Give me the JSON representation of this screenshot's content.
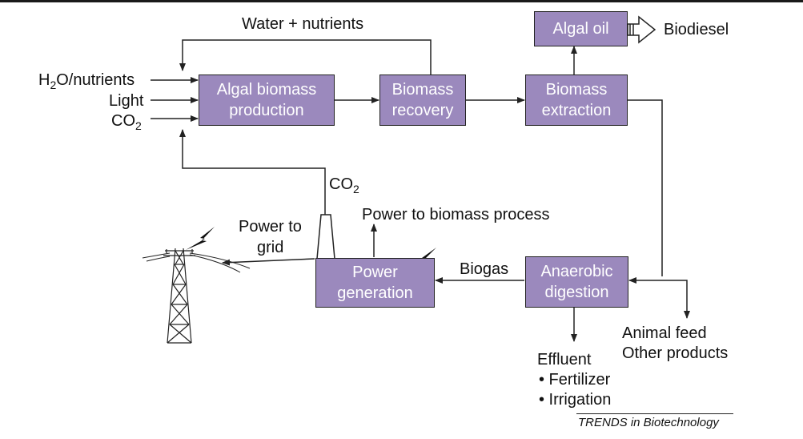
{
  "boxes": {
    "algal_biomass_production": "Algal biomass\nproduction",
    "biomass_recovery": "Biomass\nrecovery",
    "biomass_extraction": "Biomass\nextraction",
    "algal_oil": "Algal oil",
    "anaerobic_digestion": "Anaerobic\ndigestion",
    "power_generation": "Power\ngeneration"
  },
  "labels": {
    "water_nutrients": "Water + nutrients",
    "h2o_prefix": "H",
    "h2o_sub": "2",
    "h2o_suffix": "O/nutrients",
    "light": "Light",
    "co2_prefix": "CO",
    "co2_sub": "2",
    "co2_stack_prefix": "CO",
    "co2_stack_sub": "2",
    "biodiesel": "Biodiesel",
    "power_to_biomass": "Power to biomass process",
    "power_to_grid_1": "Power to",
    "power_to_grid_2": "grid",
    "biogas": "Biogas",
    "animal_feed": "Animal feed",
    "other_products": "Other products",
    "effluent": "Effluent",
    "fertilizer": "• Fertilizer",
    "irrigation": "• Irrigation"
  },
  "footer": "TRENDS in Biotechnology",
  "colors": {
    "box_fill": "#9b89bd",
    "line": "#222222"
  }
}
